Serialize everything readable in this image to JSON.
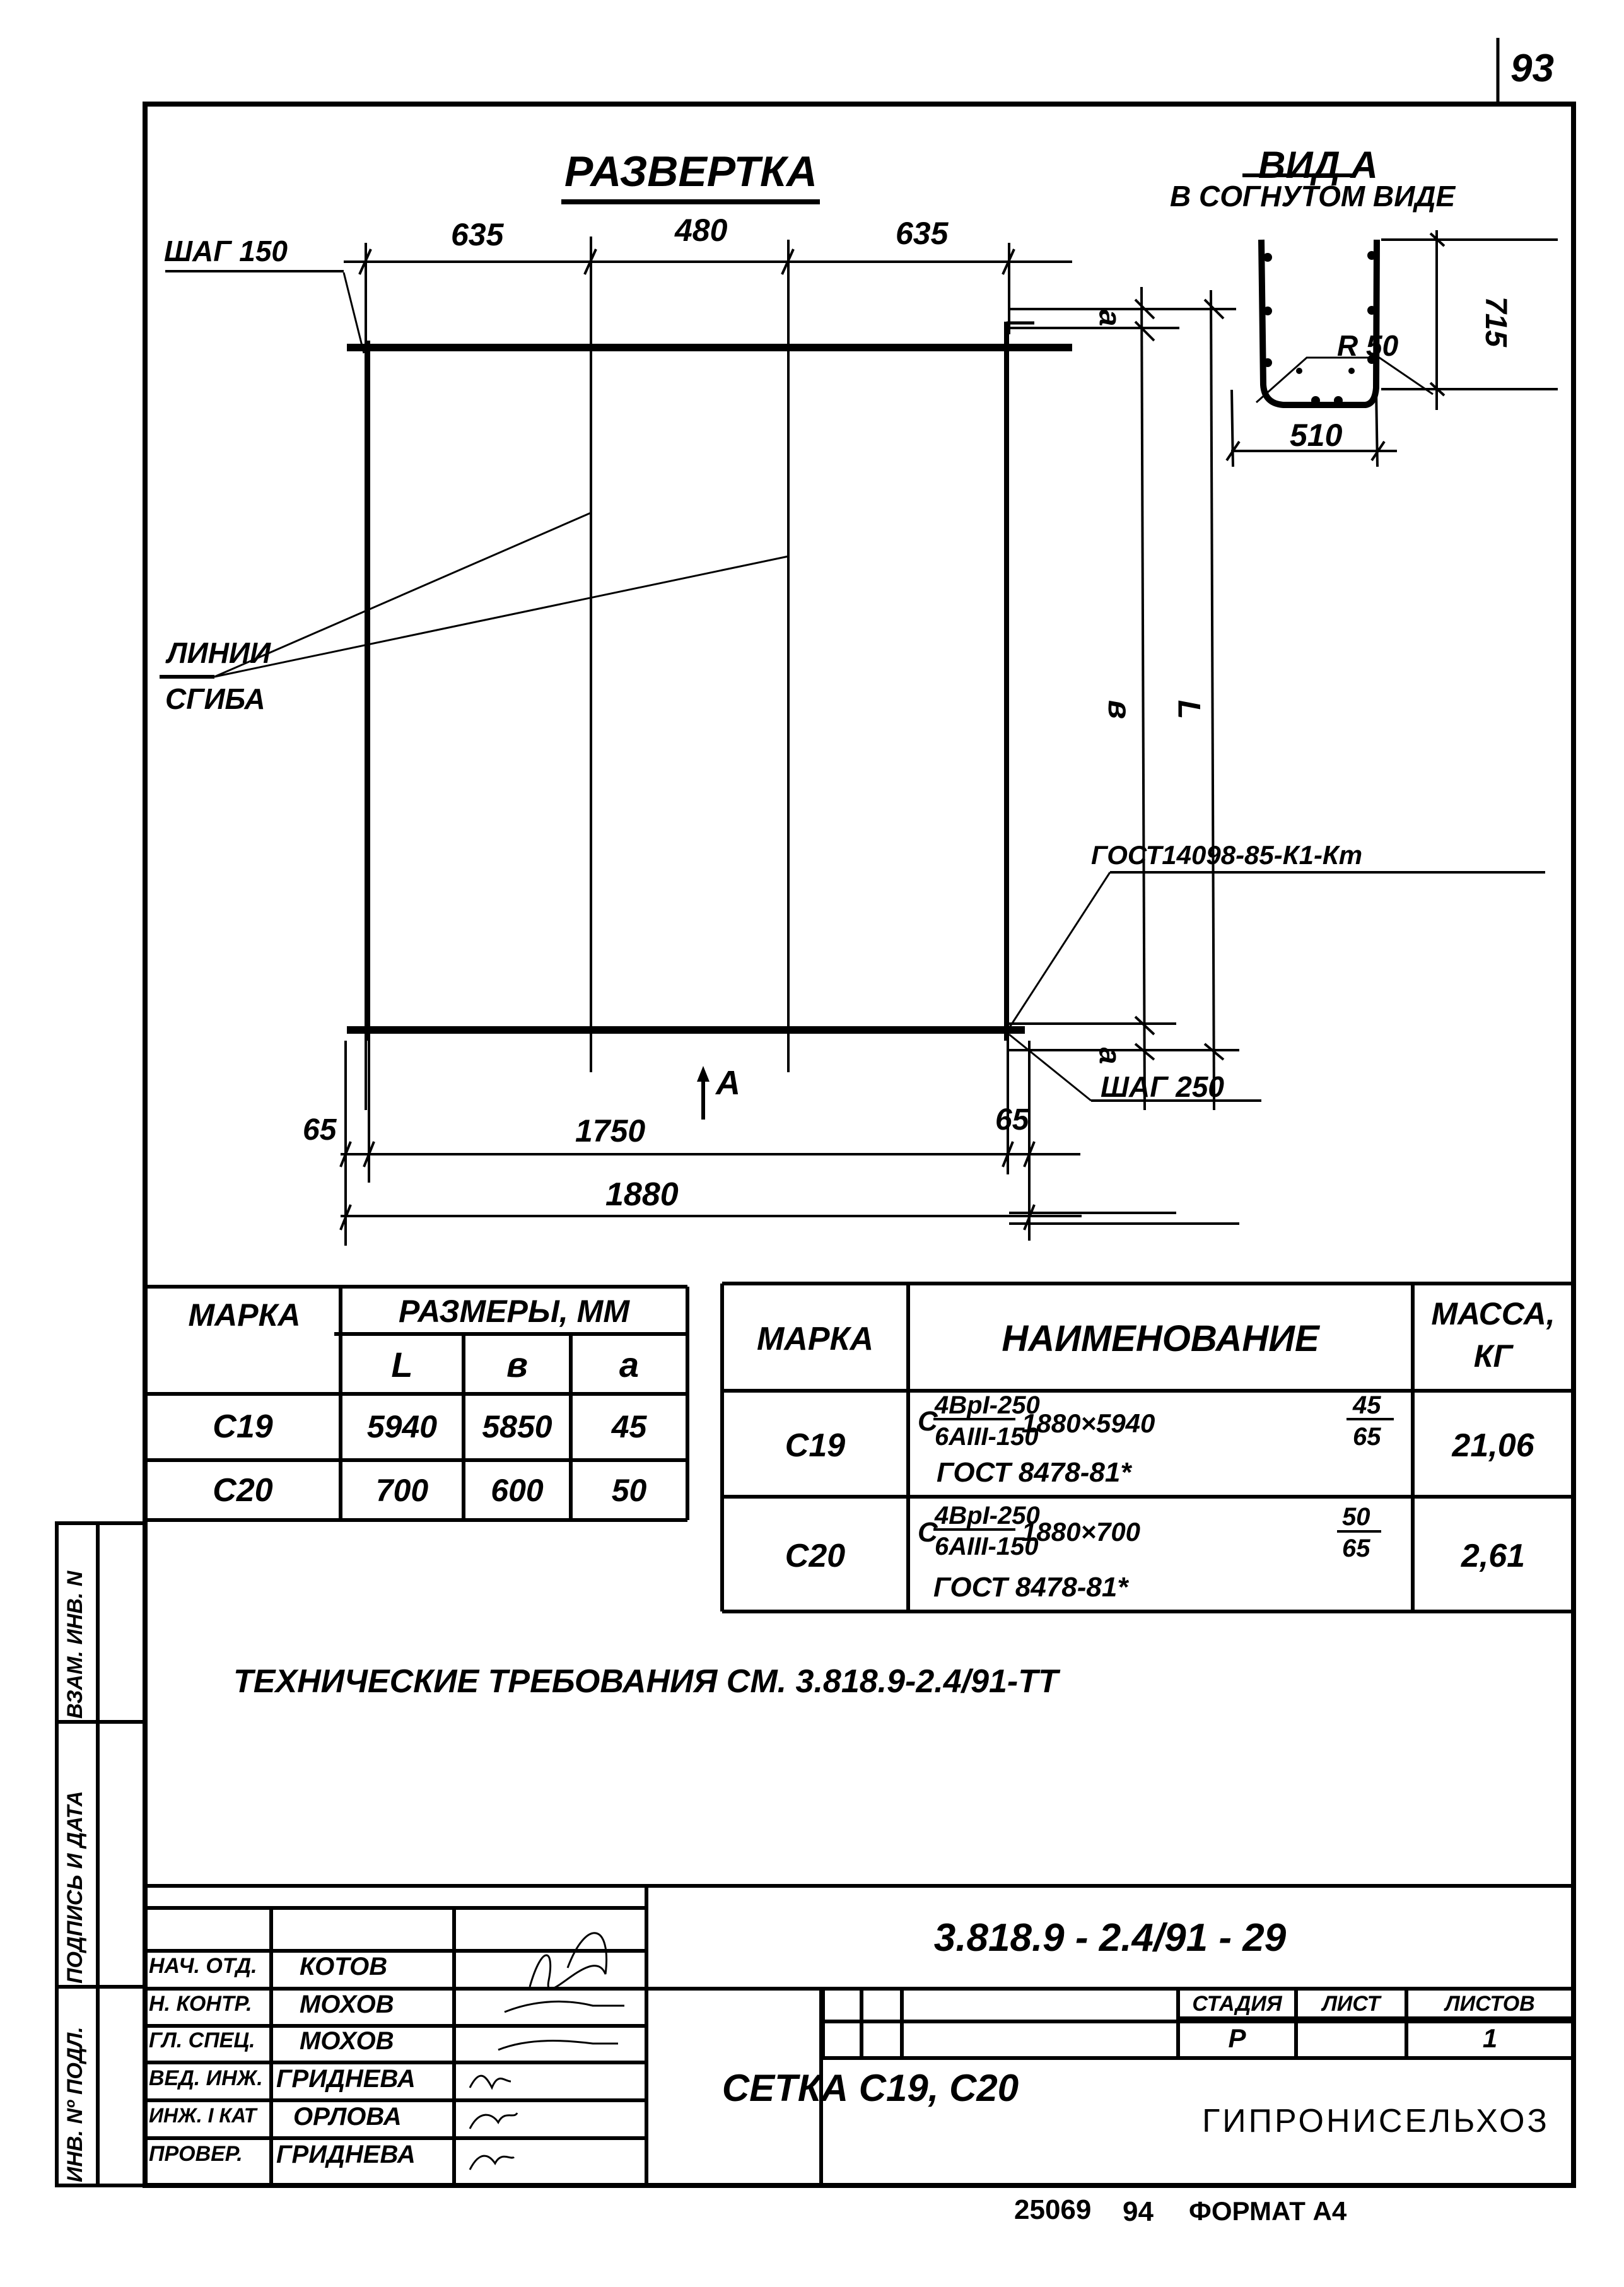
{
  "page": {
    "sheet_number": "93",
    "bottom_stamp": {
      "inventory": "25069",
      "number": "94",
      "format": "ФОРМАТ А4"
    }
  },
  "drawing": {
    "unfolded": {
      "title": "РАЗВЕРТКА",
      "top_dims": [
        "635",
        "480",
        "635"
      ],
      "pitch_top": "ШАГ 150",
      "pitch_bottom": "ШАГ 250",
      "bend_lines_label": [
        "ЛИНИИ",
        "СГИБА"
      ],
      "edge_dims": [
        "65",
        "1750",
        "65"
      ],
      "total_width": "1880",
      "view_arrow_label": "А",
      "vertical_dims": {
        "a_top": "a",
        "a_bottom": "a",
        "b": "в",
        "L": "L"
      },
      "weld_callout": "ГОСТ14098-85-К1-Кт"
    },
    "view_a": {
      "title": "ВИД А",
      "subtitle": "В СОГНУТОМ ВИДЕ",
      "radius": "R 50",
      "height": "715",
      "width": "510"
    }
  },
  "dimensions_table": {
    "headers": {
      "mark": "МАРКА",
      "sizes": "РАЗМЕРЫ, ММ",
      "L": "L",
      "b": "в",
      "a": "a"
    },
    "rows": [
      {
        "mark": "С19",
        "L": "5940",
        "b": "5850",
        "a": "45"
      },
      {
        "mark": "С20",
        "L": "700",
        "b": "600",
        "a": "50"
      }
    ]
  },
  "spec_table": {
    "headers": {
      "mark": "МАРКА",
      "name": "НАИМЕНОВАНИЕ",
      "mass": "МАССА,",
      "mass_unit": "КГ"
    },
    "rows": [
      {
        "mark": "С19",
        "prefix": "С",
        "num": "4ВрI-250",
        "den": "6АIII-150",
        "size": "1880×5940",
        "frac_num": "45",
        "frac_den": "65",
        "standard": "ГОСТ 8478-81*",
        "mass": "21,06"
      },
      {
        "mark": "С20",
        "prefix": "С",
        "num": "4ВрI-250",
        "den": "6АIII-150",
        "size": "1880×700",
        "frac_num": "50",
        "frac_den": "65",
        "standard": "ГОСТ 8478-81*",
        "mass": "2,61"
      }
    ]
  },
  "tech_requirements": "ТЕХНИЧЕСКИЕ ТРЕБОВАНИЯ СМ. 3.818.9-2.4/91-ТТ",
  "side_stamp": [
    "ВЗАМ. ИНВ. N",
    "ПОДПИСЬ И ДАТА",
    "ИНВ. Nº ПОДЛ."
  ],
  "title_block": {
    "doc_code": "3.818.9 - 2.4/91 - 29",
    "drawing_name": "СЕТКА С19, С20",
    "stage_label": "СТАДИЯ",
    "sheet_label": "ЛИСТ",
    "sheets_label": "ЛИСТОВ",
    "stage_value": "Р",
    "sheet_value": "",
    "sheets_value": "1",
    "organization": "ГИПРОНИСЕЛЬХОЗ",
    "signatures": [
      {
        "role": "НАЧ. ОТД.",
        "name": "КОТОВ"
      },
      {
        "role": "Н. КОНТР.",
        "name": "МОХОВ"
      },
      {
        "role": "ГЛ. СПЕЦ.",
        "name": "МОХОВ"
      },
      {
        "role": "ВЕД. ИНЖ.",
        "name": "ГРИДНЕВА"
      },
      {
        "role": "ИНЖ. I КАТ",
        "name": "ОРЛОВА"
      },
      {
        "role": "ПРОВЕР.",
        "name": "ГРИДНЕВА"
      }
    ]
  }
}
